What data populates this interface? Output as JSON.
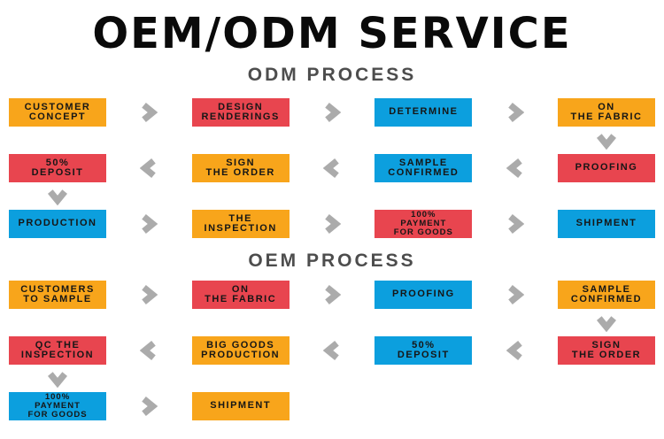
{
  "title": "OEM/ODM SERVICE",
  "colors": {
    "orange": "#F8A51B",
    "red": "#E8454F",
    "blue": "#0C9FDE",
    "arrow": "#ABABAB",
    "header_text": "#4D4D4D",
    "box_text": "#161616",
    "title_text": "#0A0A0A",
    "background": "#FFFFFF"
  },
  "sections": [
    {
      "header": "ODM PROCESS",
      "rows": [
        {
          "type": "boxes",
          "arrow_dir": "right",
          "boxes": [
            {
              "color": "orange",
              "lines": [
                "CUSTOMER",
                "CONCEPT"
              ]
            },
            {
              "color": "red",
              "lines": [
                "DESIGN",
                "RENDERINGS"
              ]
            },
            {
              "color": "blue",
              "lines": [
                "DETERMINE"
              ]
            },
            {
              "color": "orange",
              "lines": [
                "ON",
                "THE FABRIC"
              ]
            }
          ]
        },
        {
          "type": "connector",
          "down_col": 4
        },
        {
          "type": "boxes",
          "arrow_dir": "left",
          "boxes": [
            {
              "color": "red",
              "lines": [
                "50%",
                "DEPOSIT"
              ]
            },
            {
              "color": "orange",
              "lines": [
                "SIGN",
                "THE ORDER"
              ]
            },
            {
              "color": "blue",
              "lines": [
                "SAMPLE",
                "CONFIRMED"
              ]
            },
            {
              "color": "red",
              "lines": [
                "PROOFING"
              ]
            }
          ]
        },
        {
          "type": "connector",
          "down_col": 1
        },
        {
          "type": "boxes",
          "arrow_dir": "right",
          "boxes": [
            {
              "color": "blue",
              "lines": [
                "PRODUCTION"
              ]
            },
            {
              "color": "orange",
              "lines": [
                "THE",
                "INSPECTION"
              ]
            },
            {
              "color": "red",
              "lines": [
                "100%",
                "PAYMENT",
                "FOR GOODS"
              ]
            },
            {
              "color": "blue",
              "lines": [
                "SHIPMENT"
              ]
            }
          ]
        }
      ]
    },
    {
      "header": "OEM PROCESS",
      "rows": [
        {
          "type": "boxes",
          "arrow_dir": "right",
          "boxes": [
            {
              "color": "orange",
              "lines": [
                "CUSTOMERS",
                "TO SAMPLE"
              ]
            },
            {
              "color": "red",
              "lines": [
                "ON",
                "THE FABRIC"
              ]
            },
            {
              "color": "blue",
              "lines": [
                "PROOFING"
              ]
            },
            {
              "color": "orange",
              "lines": [
                "SAMPLE",
                "CONFIRMED"
              ]
            }
          ]
        },
        {
          "type": "connector",
          "down_col": 4
        },
        {
          "type": "boxes",
          "arrow_dir": "left",
          "boxes": [
            {
              "color": "red",
              "lines": [
                "QC THE",
                "INSPECTION"
              ]
            },
            {
              "color": "orange",
              "lines": [
                "BIG GOODS",
                "PRODUCTION"
              ]
            },
            {
              "color": "blue",
              "lines": [
                "50%",
                "DEPOSIT"
              ]
            },
            {
              "color": "red",
              "lines": [
                "SIGN",
                "THE ORDER"
              ]
            }
          ]
        },
        {
          "type": "connector",
          "down_col": 1
        },
        {
          "type": "boxes",
          "arrow_dir": "right",
          "boxes": [
            {
              "color": "blue",
              "lines": [
                "100%",
                "PAYMENT",
                "FOR GOODS"
              ]
            },
            {
              "color": "orange",
              "lines": [
                "SHIPMENT"
              ]
            }
          ]
        }
      ]
    }
  ]
}
